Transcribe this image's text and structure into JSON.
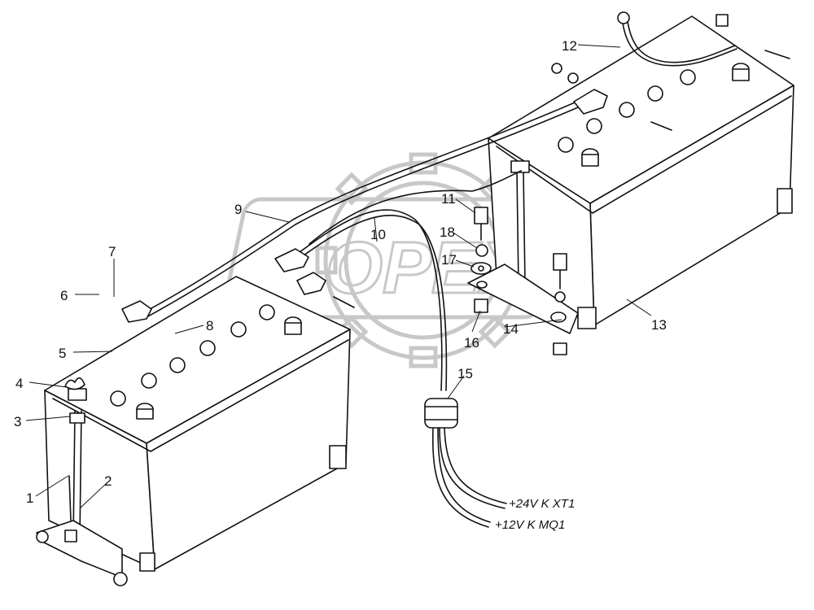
{
  "watermark": {
    "text": "OPEX"
  },
  "callouts": [
    {
      "id": "1",
      "label": "1"
    },
    {
      "id": "2",
      "label": "2"
    },
    {
      "id": "3",
      "label": "3"
    },
    {
      "id": "4",
      "label": "4"
    },
    {
      "id": "5",
      "label": "5"
    },
    {
      "id": "6",
      "label": "6"
    },
    {
      "id": "7",
      "label": "7"
    },
    {
      "id": "8",
      "label": "8"
    },
    {
      "id": "9",
      "label": "9"
    },
    {
      "id": "10",
      "label": "10"
    },
    {
      "id": "11",
      "label": "11"
    },
    {
      "id": "12",
      "label": "12"
    },
    {
      "id": "13",
      "label": "13"
    },
    {
      "id": "14",
      "label": "14"
    },
    {
      "id": "15",
      "label": "15"
    },
    {
      "id": "16",
      "label": "16"
    },
    {
      "id": "17",
      "label": "17"
    },
    {
      "id": "18",
      "label": "18"
    }
  ],
  "cables": {
    "plus24": "+24V  K XT1",
    "plus12": "+12V  K MQ1"
  }
}
